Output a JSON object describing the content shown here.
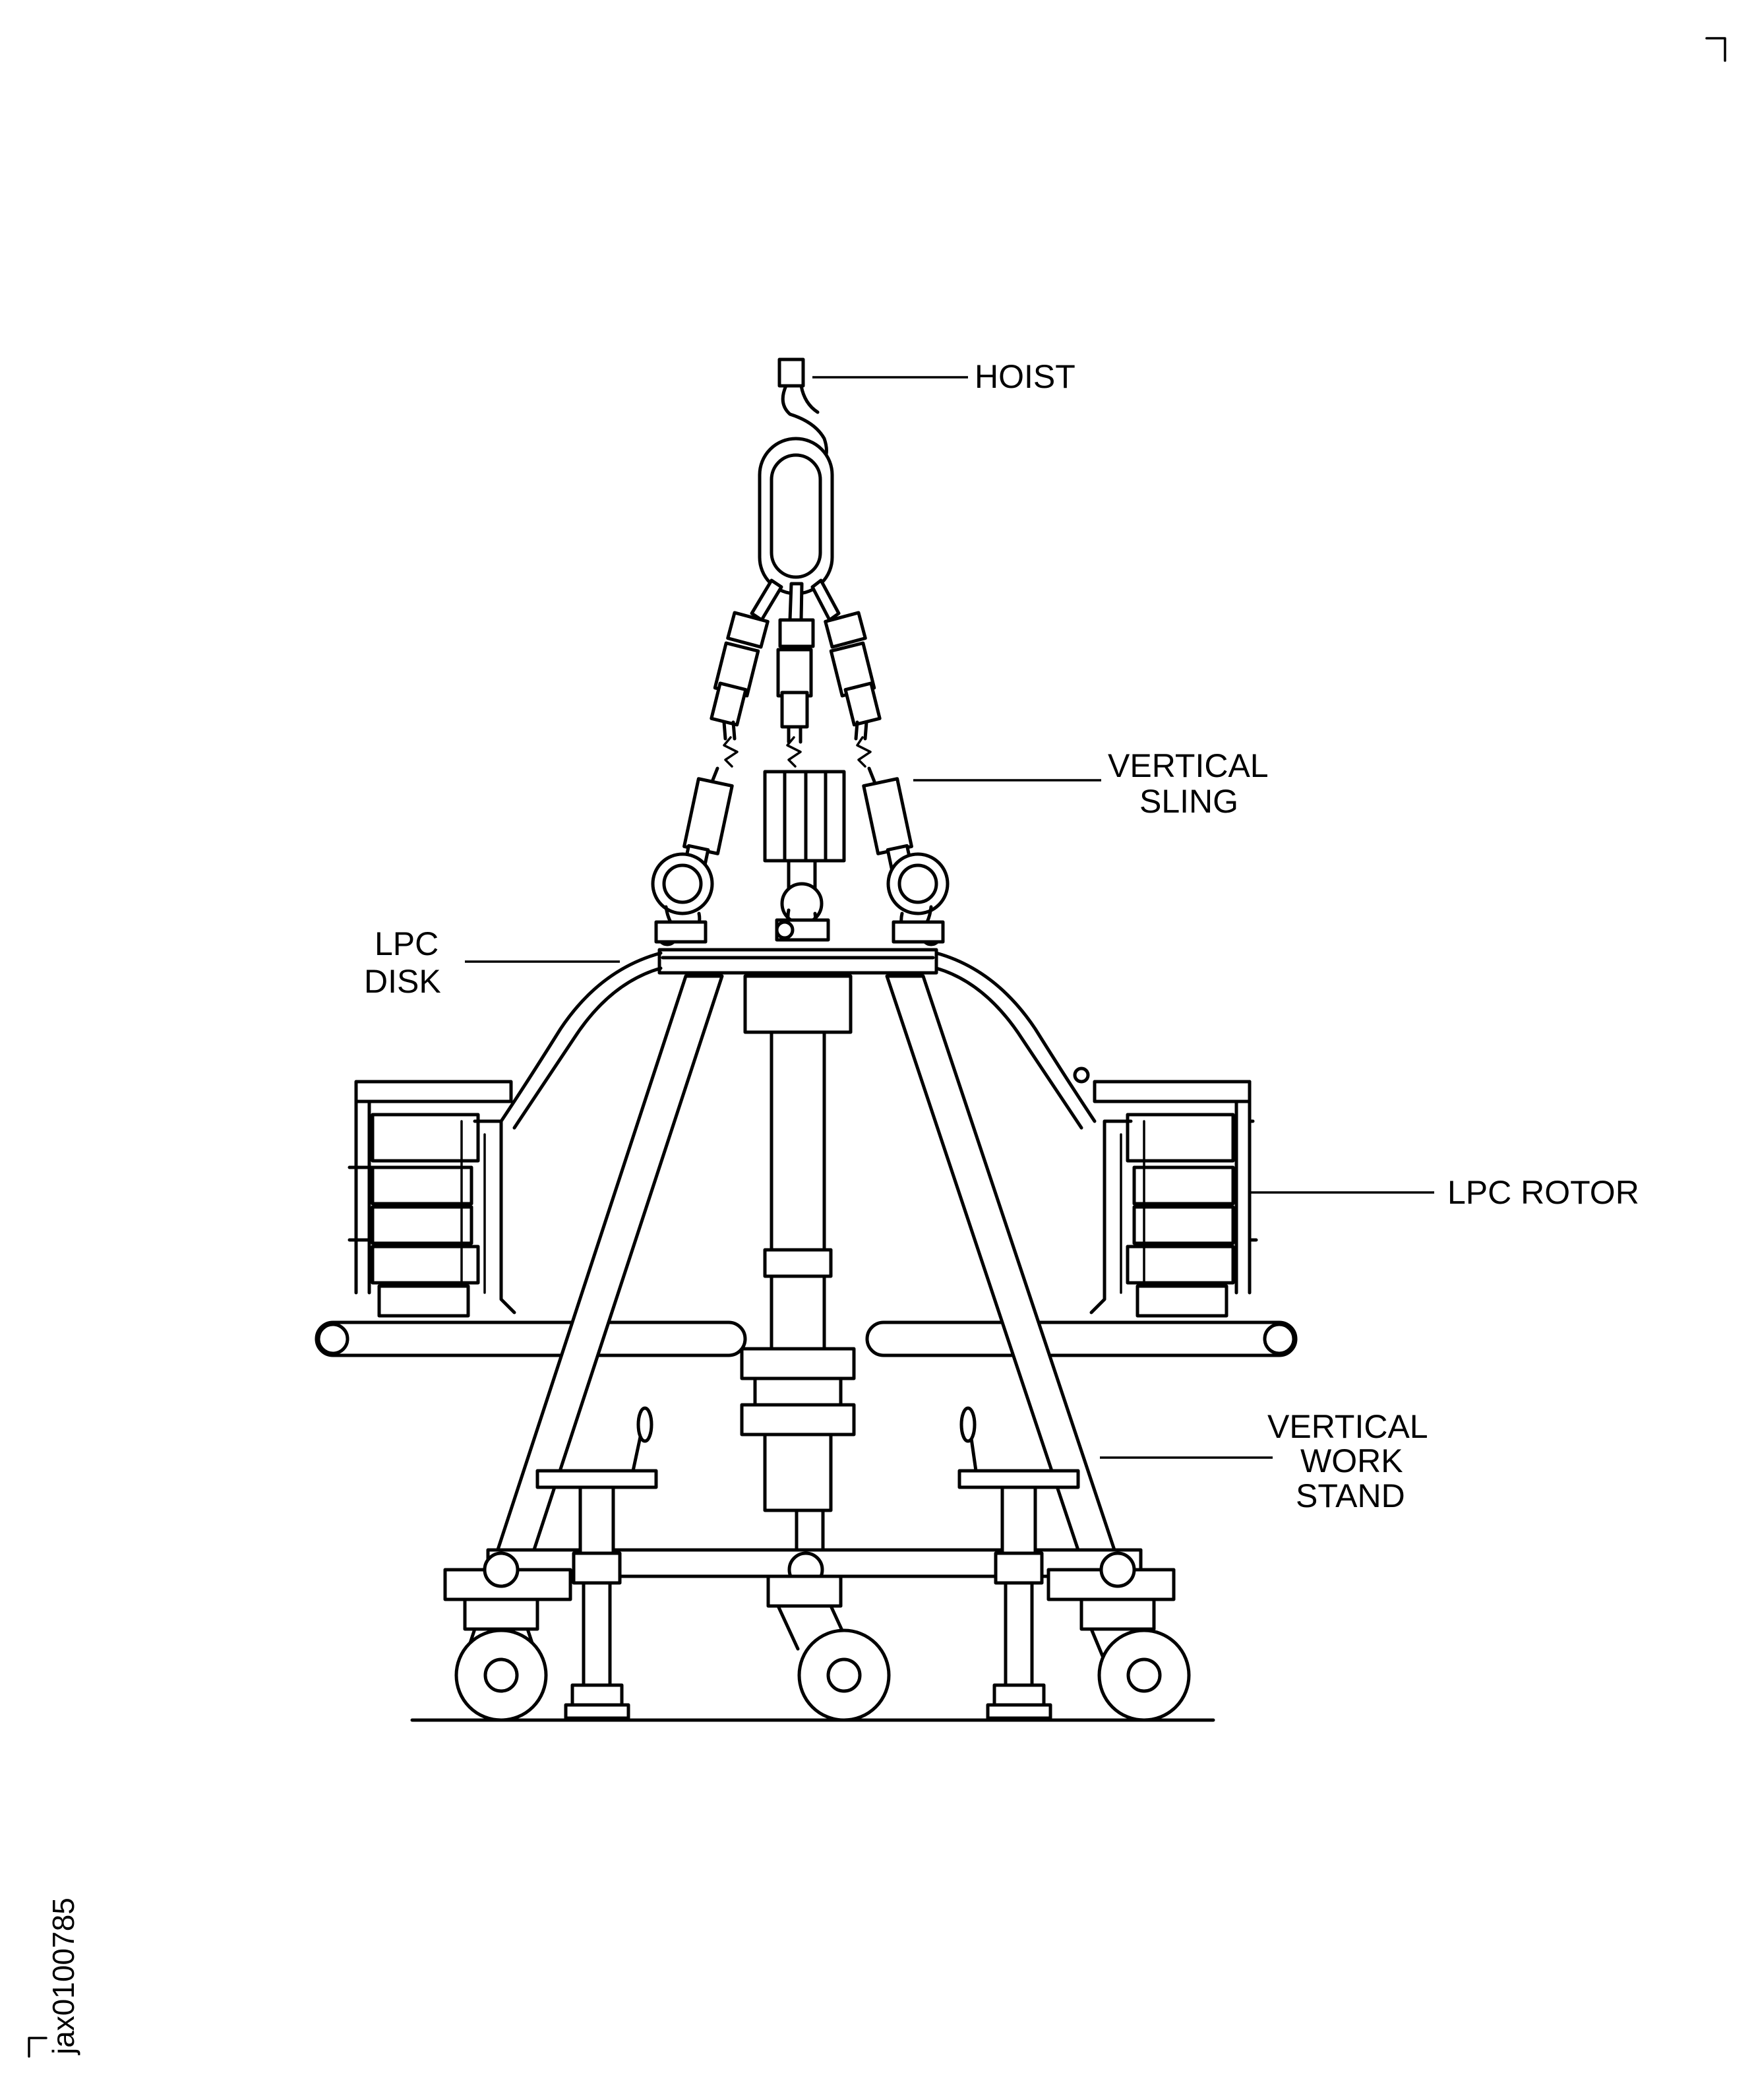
{
  "callouts": {
    "hoist": "HOIST",
    "vertical_sling_1": "VERTICAL",
    "vertical_sling_2": "SLING",
    "lpc_disk_1": "LPC",
    "lpc_disk_2": "DISK",
    "lpc_rotor": "LPC ROTOR",
    "work_stand_1": "VERTICAL",
    "work_stand_2": "WORK",
    "work_stand_3": "STAND"
  },
  "figure_id": "jax0100785"
}
